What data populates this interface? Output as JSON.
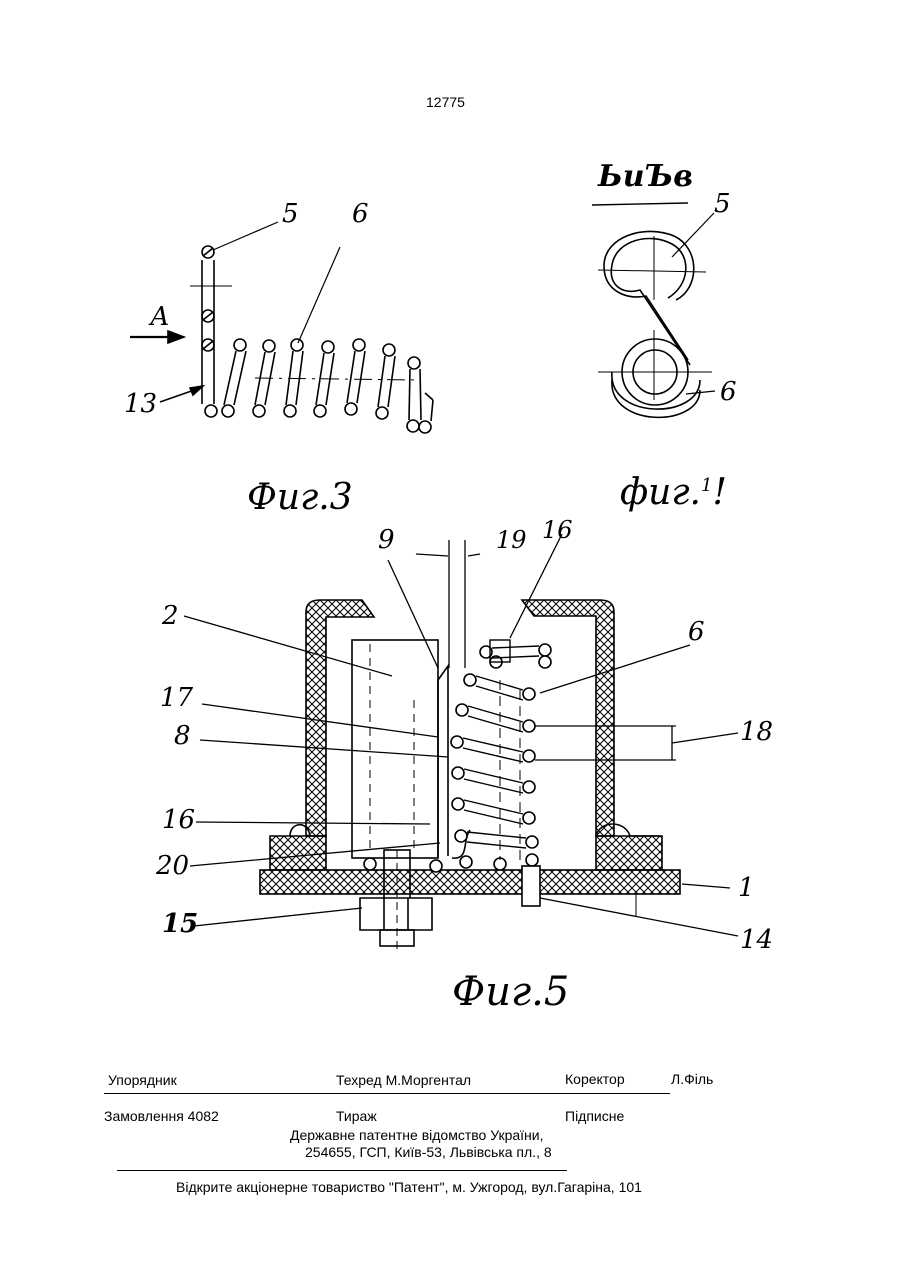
{
  "header": {
    "page_number": "12775"
  },
  "figures": {
    "fig3": {
      "caption": "Фиг.3",
      "view_arrow": "А",
      "labels": {
        "l5": "5",
        "l6": "6",
        "l13": "13"
      }
    },
    "fig4": {
      "view_title": "ЬиЪв",
      "caption": "фиг.",
      "caption_sup": "1",
      "caption_suffix": "!",
      "labels": {
        "l5": "5",
        "l6": "6"
      }
    },
    "fig5": {
      "caption": "Фиг.5",
      "labels": {
        "l9": "9",
        "l19": "19",
        "l16top": "16",
        "l2": "2",
        "l6": "6",
        "l17": "17",
        "l8": "8",
        "l18": "18",
        "l16": "16",
        "l20": "20",
        "l1": "1",
        "l15": "15",
        "l14": "14"
      }
    }
  },
  "footer": {
    "row1": {
      "compiler_label": "Упорядник",
      "techred": "Техред М.Моргентал",
      "corrector_label": "Коректор",
      "corrector_name": "Л.Філь"
    },
    "row2": {
      "order": "Замовлення 4082",
      "circulation": "Тираж",
      "subscription": "Підписне"
    },
    "office_line1": "Державне патентне відомство України,",
    "office_line2": "254655, ГСП, Київ-53, Львівська пл., 8",
    "printer": "Відкрите акціонерне товариство   \"Патент\", м. Ужгород, вул.Гагаріна, 101"
  }
}
